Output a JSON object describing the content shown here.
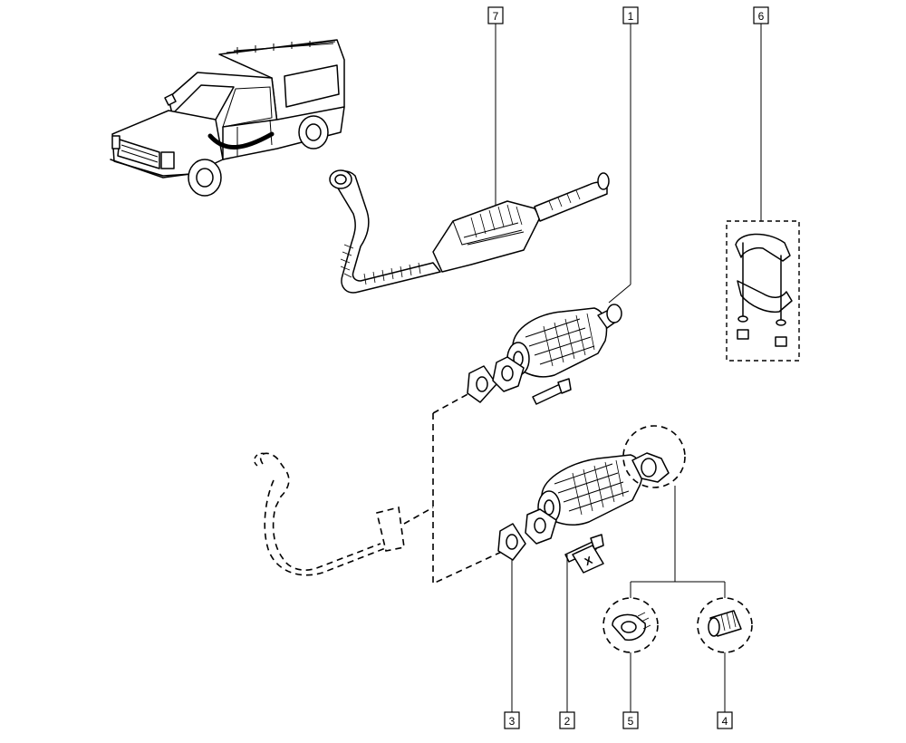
{
  "diagram": {
    "callouts": [
      {
        "id": "callout-1",
        "label": "1"
      },
      {
        "id": "callout-2",
        "label": "2"
      },
      {
        "id": "callout-3",
        "label": "3"
      },
      {
        "id": "callout-4",
        "label": "4"
      },
      {
        "id": "callout-5",
        "label": "5"
      },
      {
        "id": "callout-6",
        "label": "6"
      },
      {
        "id": "callout-7",
        "label": "7"
      }
    ],
    "bolt_marker": "X"
  }
}
